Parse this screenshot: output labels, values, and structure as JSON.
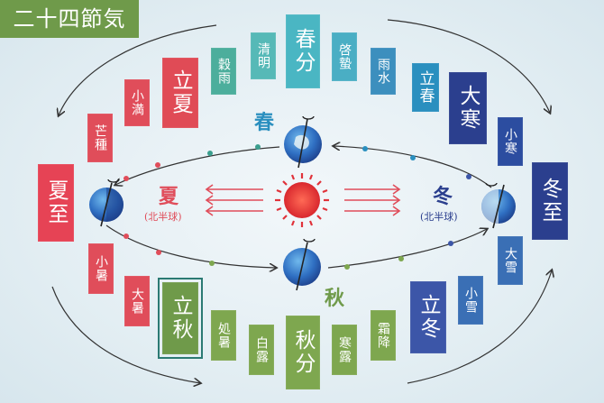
{
  "title": "二十四節気",
  "seasons": {
    "spring": "春",
    "summer": "夏",
    "autumn": "秋",
    "winter": "冬",
    "summer_hemi": "(北半球)",
    "winter_hemi": "(北半球)"
  },
  "terms": [
    {
      "id": "shunbun",
      "label": "春分",
      "color": "#4ab6c3"
    },
    {
      "id": "seimei",
      "label": "清明",
      "color": "#56b9b7"
    },
    {
      "id": "keichitsu",
      "label": "啓蟄",
      "color": "#4aaec4"
    },
    {
      "id": "kokuu",
      "label": "穀雨",
      "color": "#4cae9c"
    },
    {
      "id": "usui",
      "label": "雨水",
      "color": "#3c8fbe"
    },
    {
      "id": "rikka",
      "label": "立夏",
      "color": "#e04b56"
    },
    {
      "id": "risshun",
      "label": "立春",
      "color": "#2a8fbf"
    },
    {
      "id": "shoman",
      "label": "小満",
      "color": "#e04d5a"
    },
    {
      "id": "taikan",
      "label": "大寒",
      "color": "#2b3f8e"
    },
    {
      "id": "boshu",
      "label": "芒種",
      "color": "#e04d5a"
    },
    {
      "id": "shokan",
      "label": "小寒",
      "color": "#2c4da0"
    },
    {
      "id": "geshi",
      "label": "夏至",
      "color": "#e64355"
    },
    {
      "id": "toji",
      "label": "冬至",
      "color": "#2b3f8e"
    },
    {
      "id": "shosho",
      "label": "小暑",
      "color": "#e04d5a"
    },
    {
      "id": "taisetsu",
      "label": "大雪",
      "color": "#3a6fb5"
    },
    {
      "id": "taisho",
      "label": "大暑",
      "color": "#e04d5a"
    },
    {
      "id": "shosetsu",
      "label": "小雪",
      "color": "#3a6fb5"
    },
    {
      "id": "risshu",
      "label": "立秋",
      "color": "#6f9a4a"
    },
    {
      "id": "ritto",
      "label": "立冬",
      "color": "#3c56a8"
    },
    {
      "id": "shosho2",
      "label": "処暑",
      "color": "#7ea74f"
    },
    {
      "id": "soko",
      "label": "霜降",
      "color": "#7ea74f"
    },
    {
      "id": "hakuro",
      "label": "白露",
      "color": "#7ea74f"
    },
    {
      "id": "kanro",
      "label": "寒露",
      "color": "#7ea74f"
    },
    {
      "id": "shubun",
      "label": "秋分",
      "color": "#7ea74f"
    }
  ]
}
